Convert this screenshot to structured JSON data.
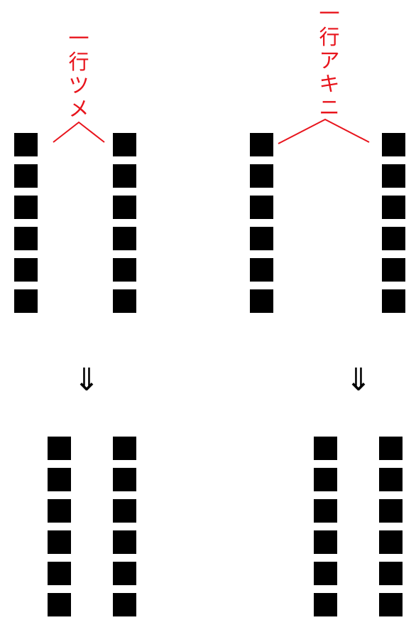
{
  "left_example": {
    "label": "一行ツメ",
    "arrow": "⇓"
  },
  "right_example": {
    "label": "一行アキニ",
    "arrow": "⇓"
  },
  "colors": {
    "annotation": "#e8141c",
    "mark": "#000000"
  },
  "rows_per_column": 6
}
